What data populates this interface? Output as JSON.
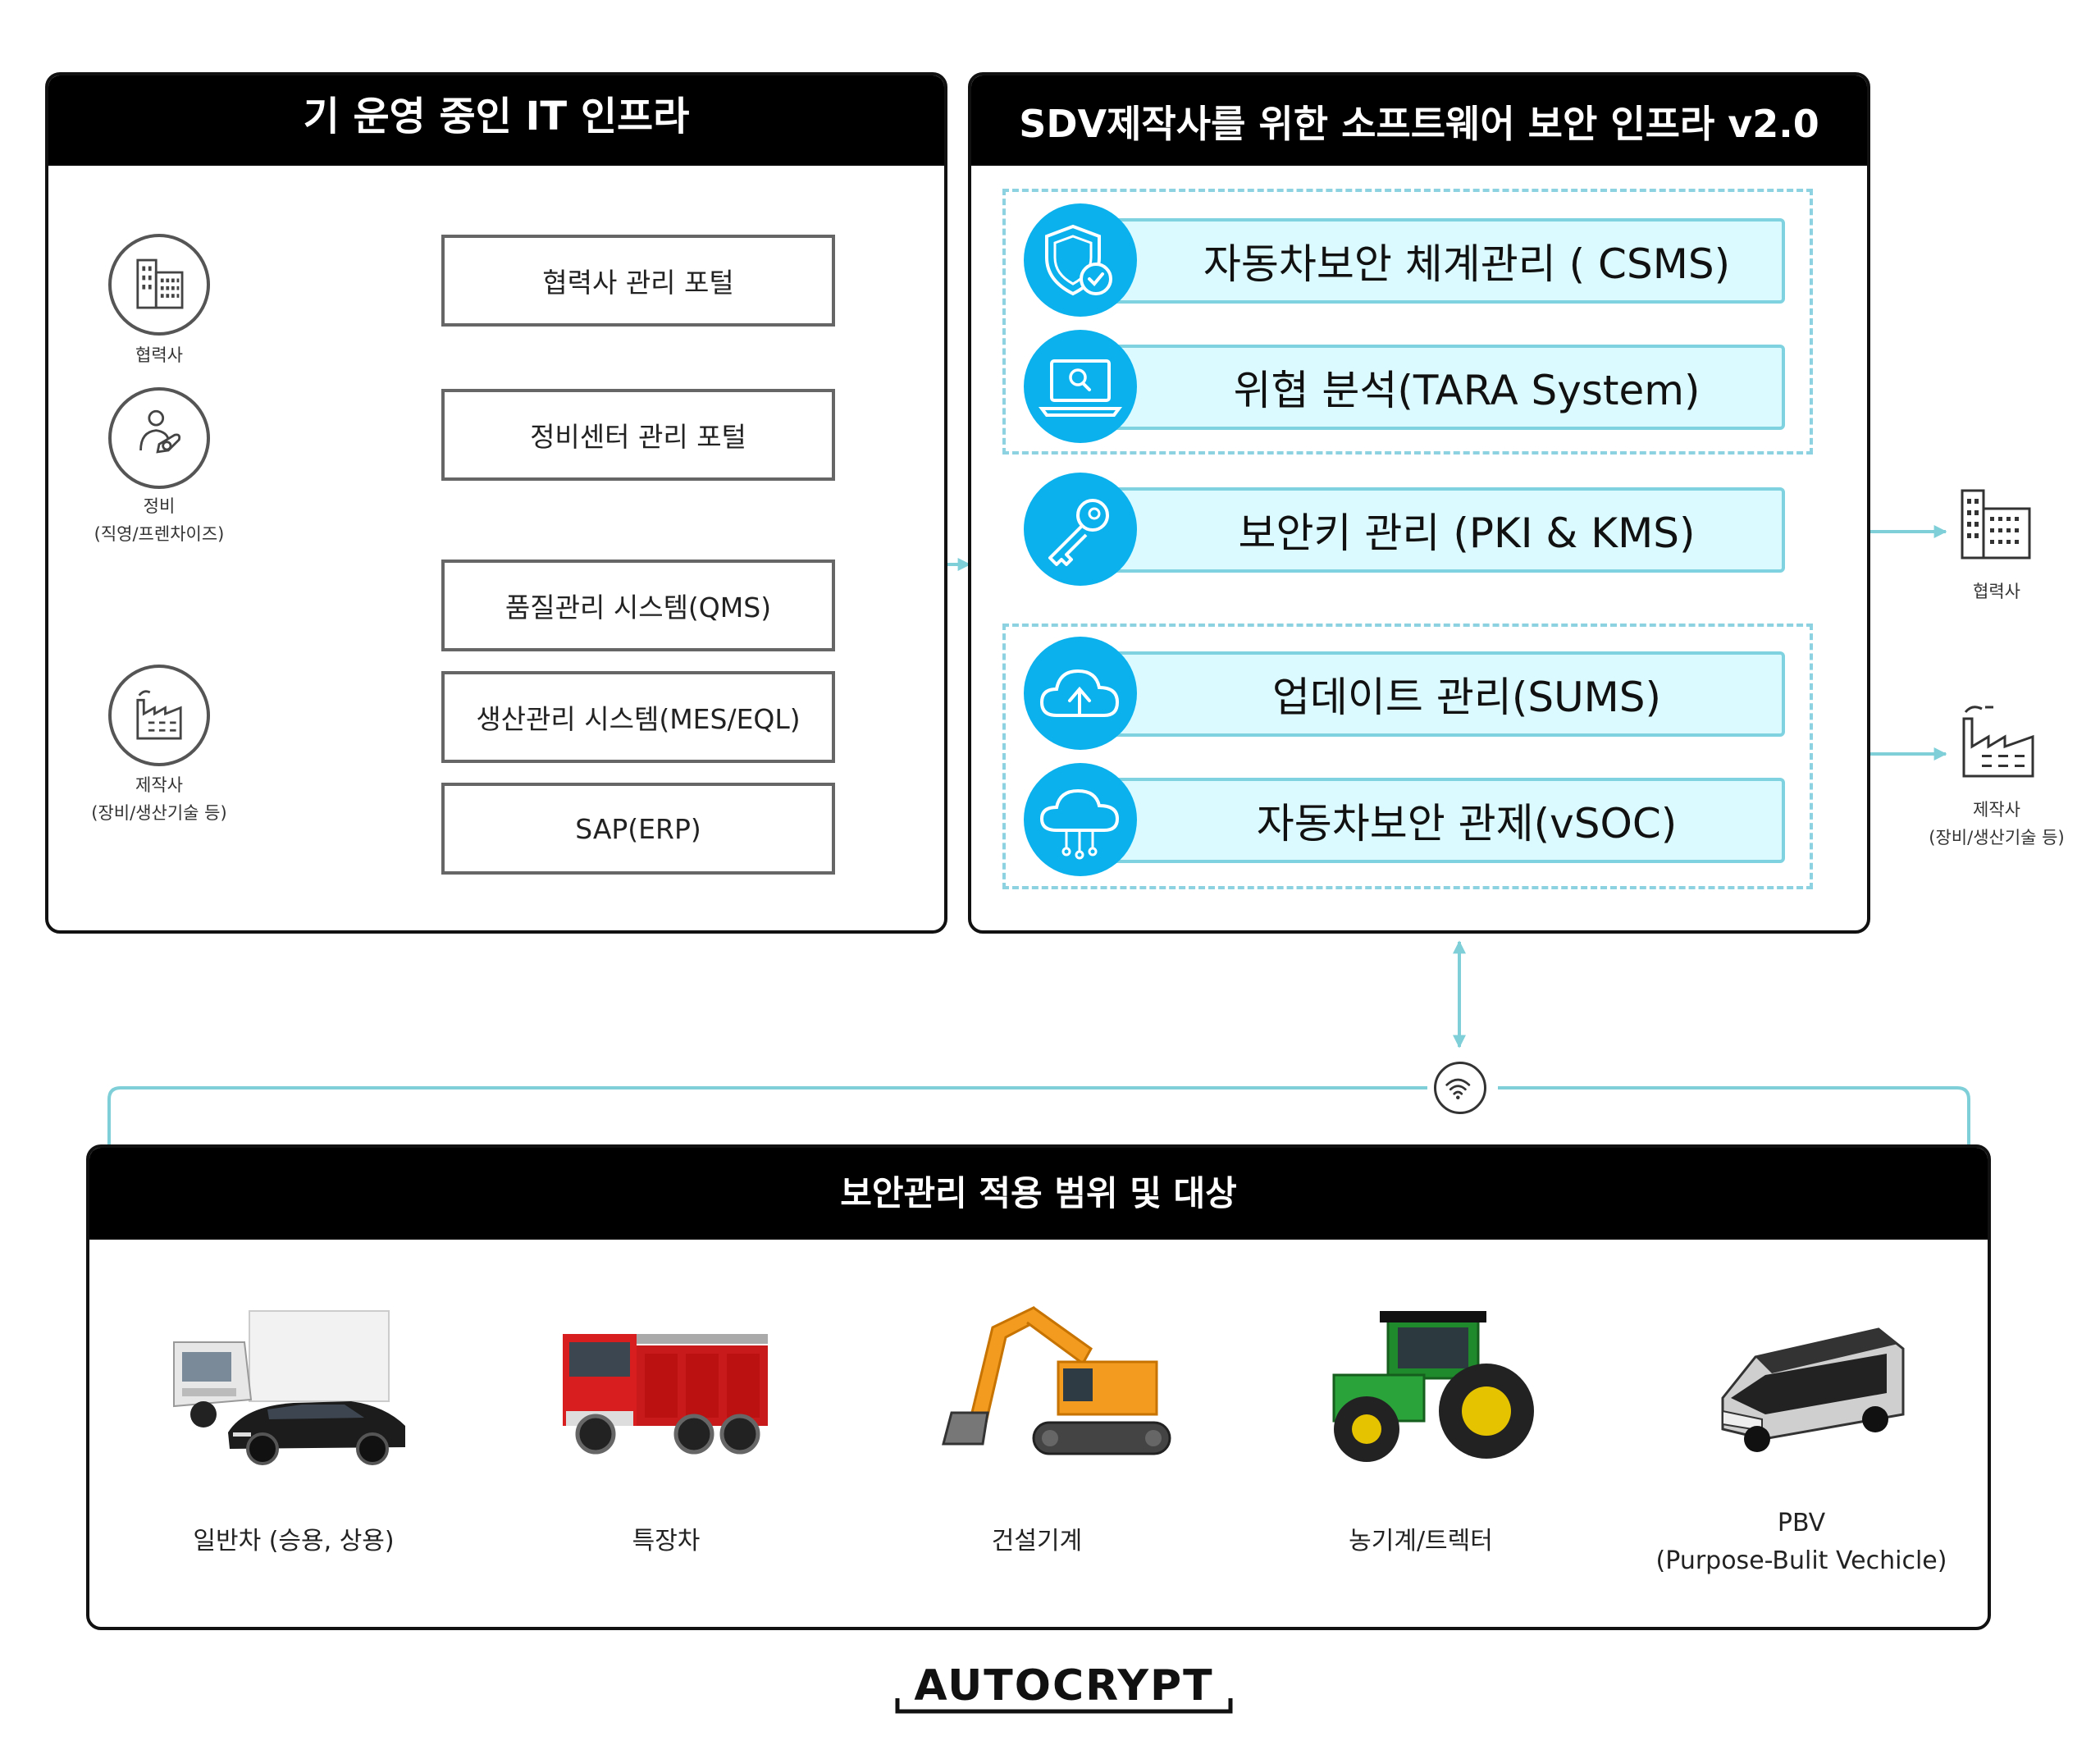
{
  "left_panel": {
    "title": "기 운영 중인 IT 인프라",
    "entities": [
      {
        "label_line1": "협력사",
        "label_line2": ""
      },
      {
        "label_line1": "정비",
        "label_line2": "(직영/프렌차이즈)"
      },
      {
        "label_line1": "제작사",
        "label_line2": "(장비/생산기술 등)"
      }
    ],
    "systems": [
      {
        "label": "협력사 관리 포털"
      },
      {
        "label": "정비센터 관리 포털"
      },
      {
        "label": "품질관리 시스템(QMS)"
      },
      {
        "label": "생산관리 시스템(MES/EQL)"
      },
      {
        "label": "SAP(ERP)"
      }
    ]
  },
  "right_panel": {
    "title": "SDV제작사를 위한 소프트웨어 보안 인프라 v2.0",
    "modules": [
      {
        "label": "자동차보안 체계관리 ( CSMS)",
        "icon": "shield-check-icon"
      },
      {
        "label": "위협 분석(TARA System)",
        "icon": "laptop-search-icon"
      },
      {
        "label": "보안키 관리 (PKI & KMS)",
        "icon": "key-icon"
      },
      {
        "label": "업데이트 관리(SUMS)",
        "icon": "cloud-upload-icon"
      },
      {
        "label": "자동차보안 관제(vSOC)",
        "icon": "cloud-network-icon"
      }
    ]
  },
  "external_entities": [
    {
      "label_line1": "협력사",
      "label_line2": ""
    },
    {
      "label_line1": "제작사",
      "label_line2": "(장비/생산기술 등)"
    }
  ],
  "bottom_panel": {
    "title": "보안관리 적용 범위 및 대상",
    "vehicles": [
      {
        "label_line1": "일반차 (승용, 상용)",
        "label_line2": ""
      },
      {
        "label_line1": "특장차",
        "label_line2": ""
      },
      {
        "label_line1": "건설기계",
        "label_line2": ""
      },
      {
        "label_line1": "농기계/트렉터",
        "label_line2": ""
      },
      {
        "label_line1": "PBV",
        "label_line2": "(Purpose-Bulit Vechicle)"
      }
    ]
  },
  "logo": {
    "text": "AUTOCRYPT"
  },
  "colors": {
    "accent_blue": "#0bb1ec",
    "pill_fill": "#dbfaff",
    "connector_teal": "#7fcfd8",
    "header_black": "#000000"
  }
}
